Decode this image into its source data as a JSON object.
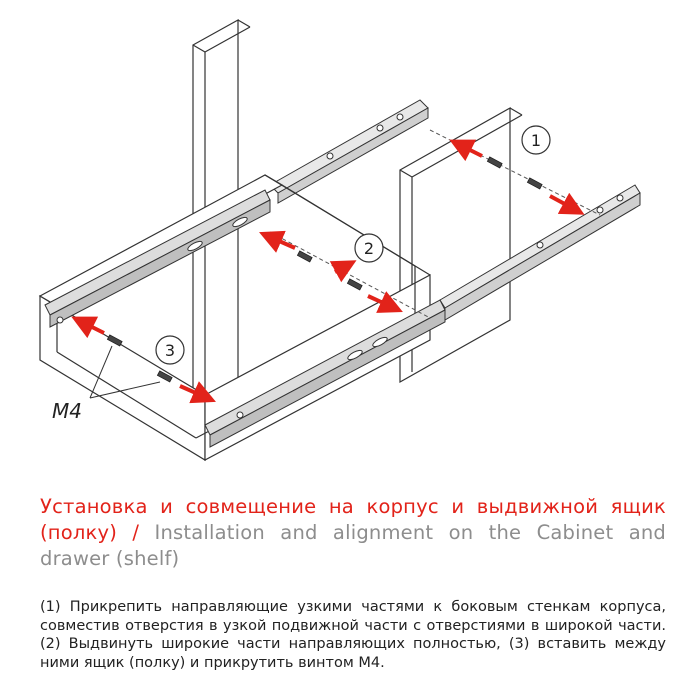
{
  "heading": {
    "ru": "Установка и совмещение на корпус и выдвижной ящик (полку)",
    "separator": " / ",
    "en": "Installation and alignment on the Cabinet and drawer (shelf)"
  },
  "instructions": "(1) Прикрепить направляющие узкими частями к боковым стенкам корпуса, совместив отверстия в узкой подвижной части с отверстиями в широкой части. (2) Выдвинуть широкие части направляющих полностью, (3) вставить между ними ящик (полку) и прикрутить винтом М4.",
  "diagram": {
    "step1": "1",
    "step2": "2",
    "step3": "3",
    "screw_label": "M4"
  },
  "colors": {
    "accent": "#e2231a",
    "secondary_text": "#8d8d8d",
    "line": "#333333"
  }
}
